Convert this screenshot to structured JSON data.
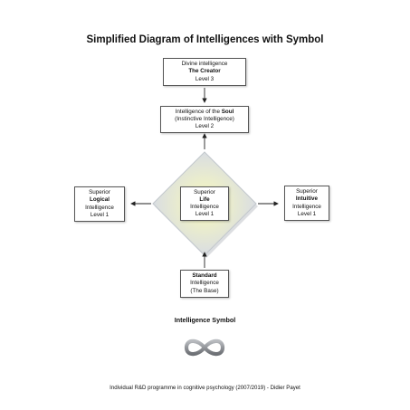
{
  "title": "Simplified Diagram of Intelligences with Symbol",
  "nodes": {
    "creator": {
      "line1": "Divine intelligence",
      "line2": "The Creator",
      "line3": "Level 3"
    },
    "soul": {
      "line1_prefix": "Intelligence of the ",
      "line1_bold": "Soul",
      "line2": "(Instinctive Intelligence)",
      "line3": "Level 2"
    },
    "life": {
      "line1": "Superior",
      "line2": "Life",
      "line3": "Intelligence",
      "line4": "Level 1"
    },
    "logical": {
      "line1": "Superior",
      "line2": "Logical",
      "line3": "Intelligence",
      "line4": "Level 1"
    },
    "intuitive": {
      "line1": "Superior",
      "line2": "Intuitive",
      "line3": "Intelligence",
      "line4": "Level 1"
    },
    "standard": {
      "line1": "Standard",
      "line2": "Intelligence",
      "line3": "(The Base)"
    }
  },
  "symbol": {
    "title": "Intelligence Symbol",
    "icon": "infinity-icon"
  },
  "footer": "Individual R&D programme in cognitive psychology (2007/2019) - Didier Payet"
}
